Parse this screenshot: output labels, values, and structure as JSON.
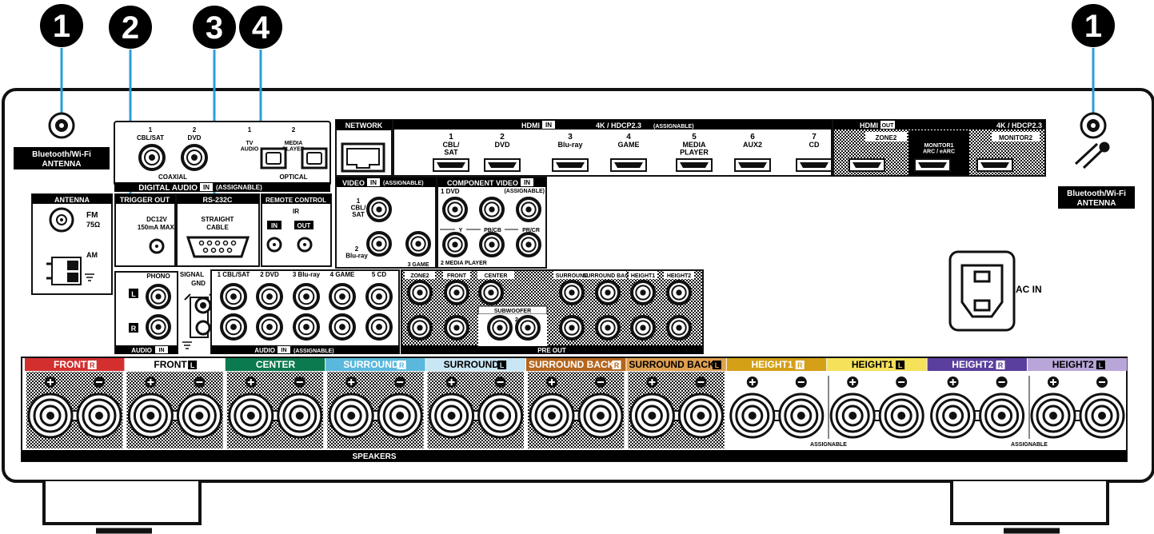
{
  "callouts": [
    {
      "number": "1"
    },
    {
      "number": "2"
    },
    {
      "number": "3"
    },
    {
      "number": "4"
    },
    {
      "number": "1"
    }
  ],
  "bt_left": {
    "line1": "Bluetooth/Wi-Fi",
    "line2": "ANTENNA"
  },
  "bt_right": {
    "line1": "Bluetooth/Wi-Fi",
    "line2": "ANTENNA"
  },
  "digital_audio": {
    "title": "DIGITAL AUDIO",
    "in_badge": "IN",
    "assignable": "(ASSIGNABLE)",
    "coaxial": "COAXIAL",
    "optical": "OPTICAL",
    "ports": [
      {
        "num": "1",
        "name": "CBL/SAT"
      },
      {
        "num": "2",
        "name": "DVD"
      },
      {
        "num": "1",
        "name": "TV\nAUDIO"
      },
      {
        "num": "2",
        "name": "MEDIA\nPLAYER"
      }
    ]
  },
  "network": {
    "title": "NETWORK"
  },
  "hdmi_in": {
    "title": "HDMI",
    "in_badge": "IN",
    "spec": "4K / HDCP2.3",
    "assignable": "(ASSIGNABLE)",
    "ports": [
      {
        "num": "1",
        "name": "CBL/\nSAT"
      },
      {
        "num": "2",
        "name": "DVD"
      },
      {
        "num": "3",
        "name": "Blu-ray"
      },
      {
        "num": "4",
        "name": "GAME"
      },
      {
        "num": "5",
        "name": "MEDIA\nPLAYER"
      },
      {
        "num": "6",
        "name": "AUX2"
      },
      {
        "num": "7",
        "name": "CD"
      }
    ]
  },
  "hdmi_out": {
    "title": "HDMI",
    "out_badge": "OUT",
    "spec": "4K / HDCP2.3",
    "zone2": "ZONE2",
    "monitor1": "MONITOR1\nARC / eARC",
    "monitor2": "MONITOR2"
  },
  "antenna": {
    "title": "ANTENNA",
    "fm": "FM",
    "fm_ohm": "75Ω",
    "am": "AM"
  },
  "trigger": {
    "title": "TRIGGER OUT",
    "spec1": "DC12V",
    "spec2": "150mA MAX."
  },
  "rs232": {
    "title": "RS-232C",
    "cable1": "STRAIGHT",
    "cable2": "CABLE"
  },
  "remote": {
    "title": "REMOTE CONTROL",
    "ir": "IR",
    "in_label": "IN",
    "out_label": "OUT"
  },
  "video_in": {
    "title": "VIDEO",
    "in_badge": "IN",
    "assignable": "(ASSIGNABLE)",
    "ports": [
      {
        "label": "1\nCBL/\nSAT"
      },
      {
        "label": "2\nBlu-ray"
      },
      {
        "label": "3 GAME"
      }
    ]
  },
  "component": {
    "title": "COMPONENT VIDEO",
    "in_badge": "IN",
    "assignable": "(ASSIGNABLE)",
    "dvd": "1 DVD",
    "media": "2 MEDIA PLAYER",
    "y": "Y",
    "pb": "PB/CB",
    "pr": "PR/CR"
  },
  "ac": {
    "label": "AC IN"
  },
  "phono": {
    "title": "PHONO",
    "l": "L",
    "r": "R",
    "audio": "AUDIO",
    "in_badge": "IN",
    "signal": "SIGNAL",
    "gnd": "GND"
  },
  "audio_in": {
    "title": "AUDIO",
    "in_badge": "IN",
    "assignable": "(ASSIGNABLE)",
    "cols": [
      "1 CBL/SAT",
      "2 DVD",
      "3 Blu-ray",
      "4 GAME",
      "5 CD"
    ]
  },
  "preout": {
    "title": "PRE OUT",
    "cols": [
      "ZONE2",
      "FRONT",
      "CENTER",
      "SURROUND",
      "SURROUND BACK",
      "HEIGHT1",
      "HEIGHT2"
    ],
    "subwoofer": "SUBWOOFER",
    "sub1": "1",
    "sub2": "2"
  },
  "speakers": {
    "title": "SPEAKERS",
    "assignable1": "ASSIGNABLE",
    "assignable2": "ASSIGNABLE",
    "groups": [
      {
        "label": "FRONT",
        "side": "R",
        "color": "#d32f2f",
        "text": "#ffffff"
      },
      {
        "label": "FRONT",
        "side": "L",
        "color": "#ffffff",
        "text": "#000000"
      },
      {
        "label": "CENTER",
        "side": "",
        "color": "#0b7a4e",
        "text": "#ffffff"
      },
      {
        "label": "SURROUND",
        "side": "R",
        "color": "#59b8dc",
        "text": "#ffffff"
      },
      {
        "label": "SURROUND",
        "side": "L",
        "color": "#c9e6f4",
        "text": "#000000"
      },
      {
        "label": "SURROUND BACK",
        "side": "R",
        "color": "#b5651d",
        "text": "#ffffff"
      },
      {
        "label": "SURROUND BACK",
        "side": "L",
        "color": "#e0a050",
        "text": "#000000"
      },
      {
        "label": "HEIGHT1",
        "side": "R",
        "color": "#d4a017",
        "text": "#ffffff"
      },
      {
        "label": "HEIGHT1",
        "side": "L",
        "color": "#f5e15a",
        "text": "#000000"
      },
      {
        "label": "HEIGHT2",
        "side": "R",
        "color": "#5b3f9e",
        "text": "#ffffff"
      },
      {
        "label": "HEIGHT2",
        "side": "L",
        "color": "#b9a6d9",
        "text": "#000000"
      }
    ]
  }
}
